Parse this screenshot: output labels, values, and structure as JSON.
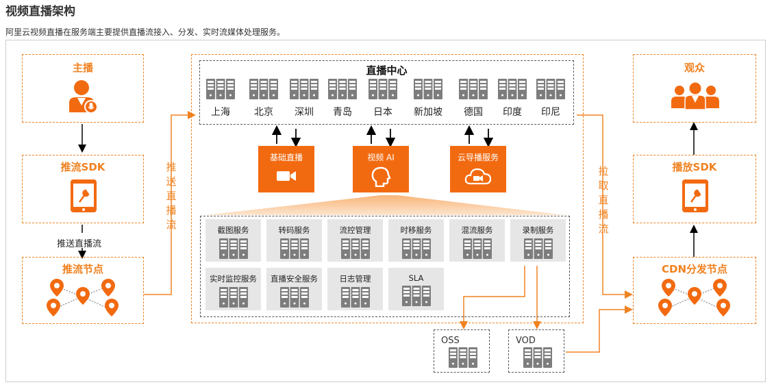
{
  "header": {
    "title": "视频直播架构",
    "description": "阿里云视频直播在服务端主要提供直播流接入、分发、实时流媒体处理服务。"
  },
  "left": {
    "anchor": "主播",
    "push_sdk": "推流SDK",
    "push_stream_label": "推送直播流",
    "push_node": "推流节点"
  },
  "push_flow_label": [
    "推",
    "送",
    "直",
    "播",
    "流"
  ],
  "pull_flow_label": [
    "拉",
    "取",
    "直",
    "播",
    "流"
  ],
  "center": {
    "live_center_title": "直播中心",
    "cities": [
      "上海",
      "北京",
      "深圳",
      "青岛",
      "日本",
      "新加坡",
      "德国",
      "印度",
      "印尼"
    ],
    "core_services": [
      {
        "label": "基础直播",
        "icon": "video-camera-icon"
      },
      {
        "label": "视频 AI",
        "icon": "head-profile-icon"
      },
      {
        "label": "云导播服务",
        "icon": "cloud-camera-icon"
      }
    ],
    "services_row1": [
      "截图服务",
      "转码服务",
      "流控管理",
      "时移服务",
      "混流服务",
      "录制服务"
    ],
    "services_row2": [
      "实时监控服务",
      "直播安全服务",
      "日志管理",
      "SLA"
    ]
  },
  "storage": [
    "OSS",
    "VOD"
  ],
  "right": {
    "audience": "观众",
    "play_sdk": "播放SDK",
    "cdn_node": "CDN分发节点"
  },
  "colors": {
    "accent": "#f08221",
    "button_orange": "#f26a10",
    "service_bg": "#e6e6e6",
    "server_icon": "#7d7d7d"
  }
}
